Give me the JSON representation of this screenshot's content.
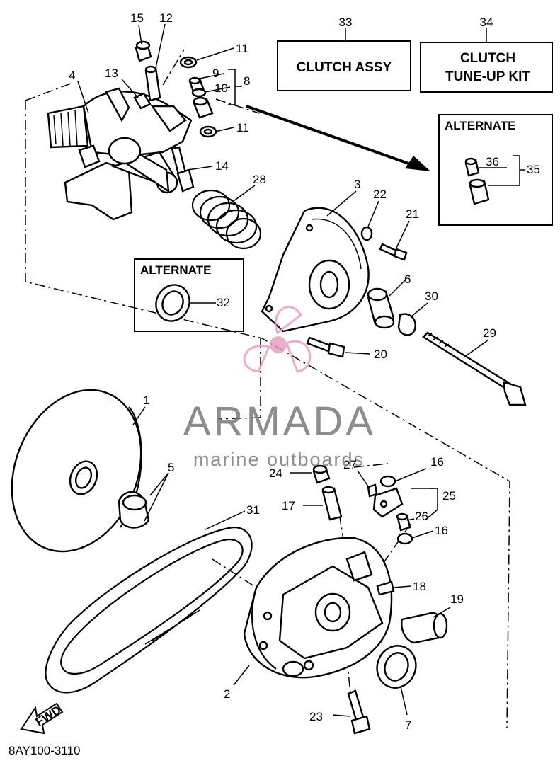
{
  "boxes": {
    "clutch_assy": {
      "number": "33",
      "label": "CLUTCH ASSY"
    },
    "tune_up_kit": {
      "number": "34",
      "line1": "CLUTCH",
      "line2": "TUNE-UP KIT"
    },
    "alternate_top": {
      "title": "ALTERNATE",
      "part_a": "36",
      "part_b": "35"
    },
    "alternate_mid": {
      "title": "ALTERNATE",
      "part": "32"
    }
  },
  "callouts": {
    "p1": "1",
    "p2": "2",
    "p3": "3",
    "p4": "4",
    "p5": "5",
    "p6": "6",
    "p7": "7",
    "p8": "8",
    "p9": "9",
    "p10": "10",
    "p11a": "11",
    "p11b": "11",
    "p12": "12",
    "p13": "13",
    "p14": "14",
    "p15": "15",
    "p16a": "16",
    "p16b": "16",
    "p17": "17",
    "p18": "18",
    "p19": "19",
    "p20": "20",
    "p21": "21",
    "p22": "22",
    "p23": "23",
    "p24": "24",
    "p25": "25",
    "p26": "26",
    "p27": "27",
    "p28": "28",
    "p29": "29",
    "p30": "30",
    "p31": "31"
  },
  "fwd_label": "FWD",
  "diagram_code": "8AY100-3110",
  "watermark": {
    "brand": "ARMADA",
    "tagline": "marine outboards",
    "colors": {
      "pink": "#e8a0c0",
      "gray": "#7a7a7a"
    }
  }
}
